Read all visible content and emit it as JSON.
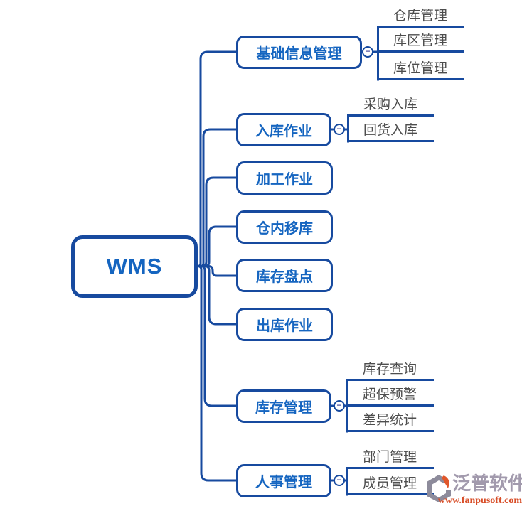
{
  "root": {
    "label": "WMS"
  },
  "branches": [
    {
      "label": "基础信息管理",
      "children": [
        "仓库管理",
        "库区管理",
        "库位管理"
      ]
    },
    {
      "label": "入库作业",
      "children": [
        "采购入库",
        "回货入库"
      ]
    },
    {
      "label": "加工作业",
      "children": []
    },
    {
      "label": "仓内移库",
      "children": []
    },
    {
      "label": "库存盘点",
      "children": []
    },
    {
      "label": "出库作业",
      "children": []
    },
    {
      "label": "库存管理",
      "children": [
        "库存查询",
        "超保预警",
        "差异统计"
      ]
    },
    {
      "label": "人事管理",
      "children": [
        "部门管理",
        "成员管理"
      ]
    }
  ],
  "toggle_symbol": "−",
  "watermark": {
    "brand": "泛普软件",
    "url": "www.fanpusoft.com"
  },
  "colors": {
    "line": "#174a9f",
    "node_text": "#1565c0",
    "leaf_text": "#4d4d4d",
    "watermark_brand": "#a29aad",
    "watermark_url": "#d84e28"
  }
}
